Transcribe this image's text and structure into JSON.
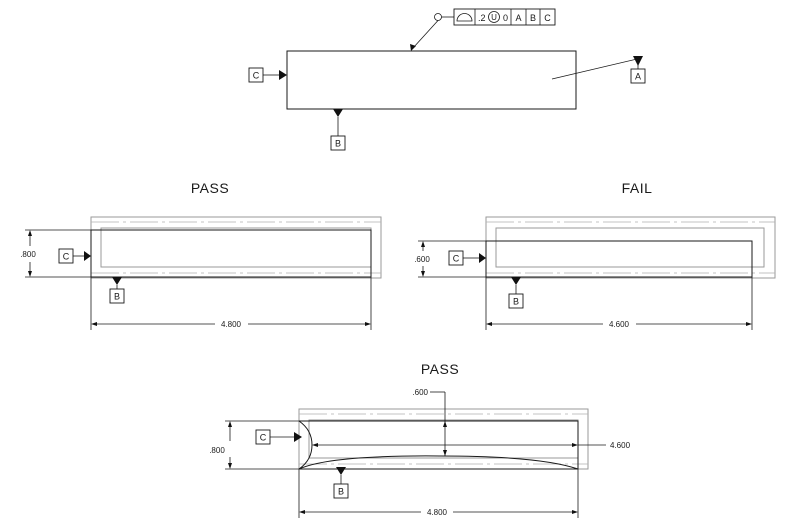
{
  "fcf": {
    "tolerance": ".2",
    "modifier": "U",
    "modifier_value": "0",
    "datums": [
      "A",
      "B",
      "C"
    ]
  },
  "top_view": {
    "datum_a": "A",
    "datum_b": "B",
    "datum_c": "C"
  },
  "pass_1": {
    "heading": "PASS",
    "height_dim": ".800",
    "length_dim": "4.800",
    "datum_b": "B",
    "datum_c": "C"
  },
  "fail": {
    "heading": "FAIL",
    "height_dim": ".600",
    "length_dim": "4.600",
    "datum_b": "B",
    "datum_c": "C"
  },
  "pass_2": {
    "heading": "PASS",
    "height_dim": ".800",
    "length_dim": "4.800",
    "inner_length_dim": "4.600",
    "sag_dim": ".600",
    "datum_b": "B",
    "datum_c": "C"
  }
}
